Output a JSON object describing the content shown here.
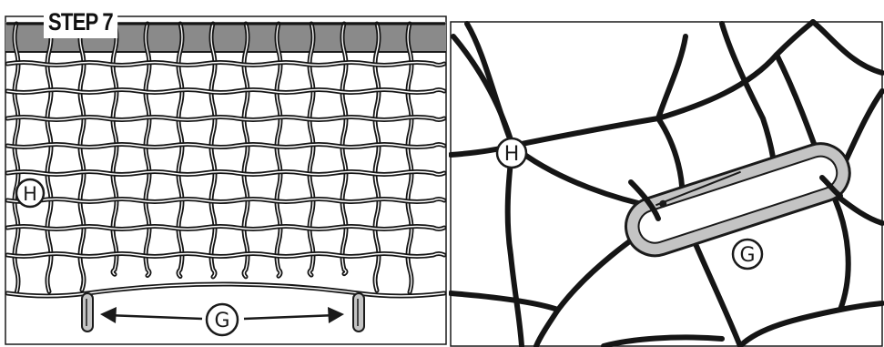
{
  "step_title": "STEP 7",
  "callouts": {
    "net_h_left": "H",
    "carabiner_g_left": "G",
    "net_h_right": "H",
    "carabiner_g_right": "G"
  },
  "colors": {
    "net": "#151515",
    "net_highlight": "#ffffff",
    "top_bar": "#8a8a8a",
    "carabiner": "#c4c4c4",
    "outline": "#1a1a1a"
  },
  "icons": [
    "double-arrow-icon",
    "carabiner-icon"
  ]
}
